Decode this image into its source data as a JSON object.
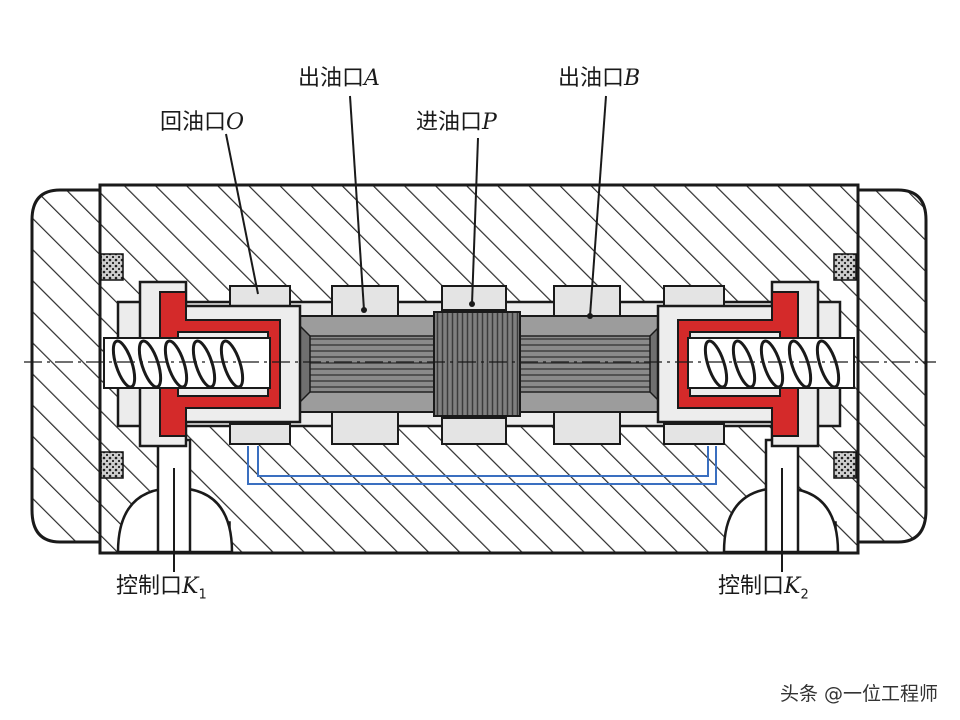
{
  "labels": {
    "outlet_a": {
      "text": "出油口",
      "letter": "A"
    },
    "inlet_p": {
      "text": "进油口",
      "letter": "P"
    },
    "outlet_b": {
      "text": "出油口",
      "letter": "B"
    },
    "return_o": {
      "text": "回油口",
      "letter": "O"
    },
    "control_k1": {
      "text": "控制口",
      "letter": "K",
      "sub": "1"
    },
    "control_k2": {
      "text": "控制口",
      "letter": "K",
      "sub": "2"
    }
  },
  "watermark": "头条 @一位工程师",
  "colors": {
    "body_stroke": "#1a1a1a",
    "hatch": "#2b2b2b",
    "chamber": "#e2e2e2",
    "spool": "#7a7a7a",
    "piston_red": "#d42a2a",
    "channel_blue": "#3a6fc0"
  }
}
